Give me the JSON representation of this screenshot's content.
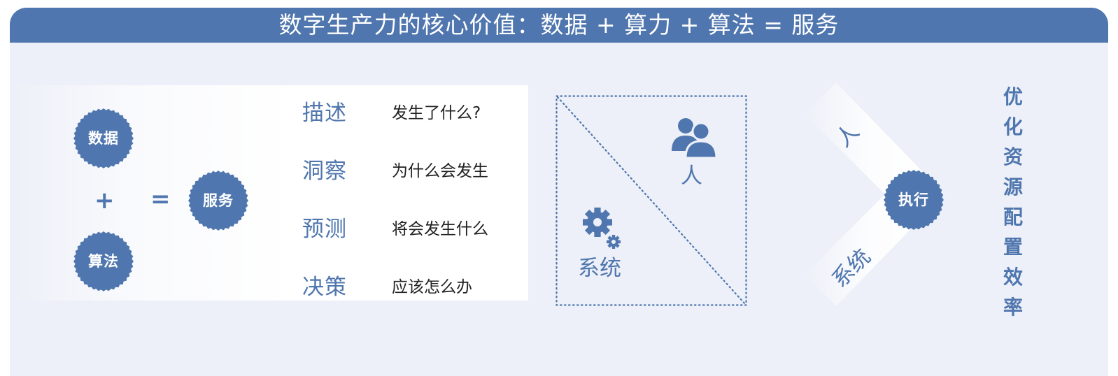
{
  "title": "数字生产力的核心价值：数据 + 算力 + 算法 = 服务",
  "formula": {
    "data": "数据",
    "plus": "+",
    "algorithm": "算法",
    "equals": "=",
    "service": "服务"
  },
  "stages": [
    {
      "term": "描述",
      "question": "发生了什么?"
    },
    {
      "term": "洞察",
      "question": "为什么会发生"
    },
    {
      "term": "预测",
      "question": "将会发生什么"
    },
    {
      "term": "决策",
      "question": "应该怎么办"
    }
  ],
  "roles": {
    "person": "人",
    "system": "系统"
  },
  "arrow": {
    "upper": "人",
    "lower": "系统",
    "execute": "执行"
  },
  "outcome": "优化资源配置效率",
  "colors": {
    "accent": "#4f76ae",
    "background": "#edf0f8",
    "text": "#222222"
  }
}
